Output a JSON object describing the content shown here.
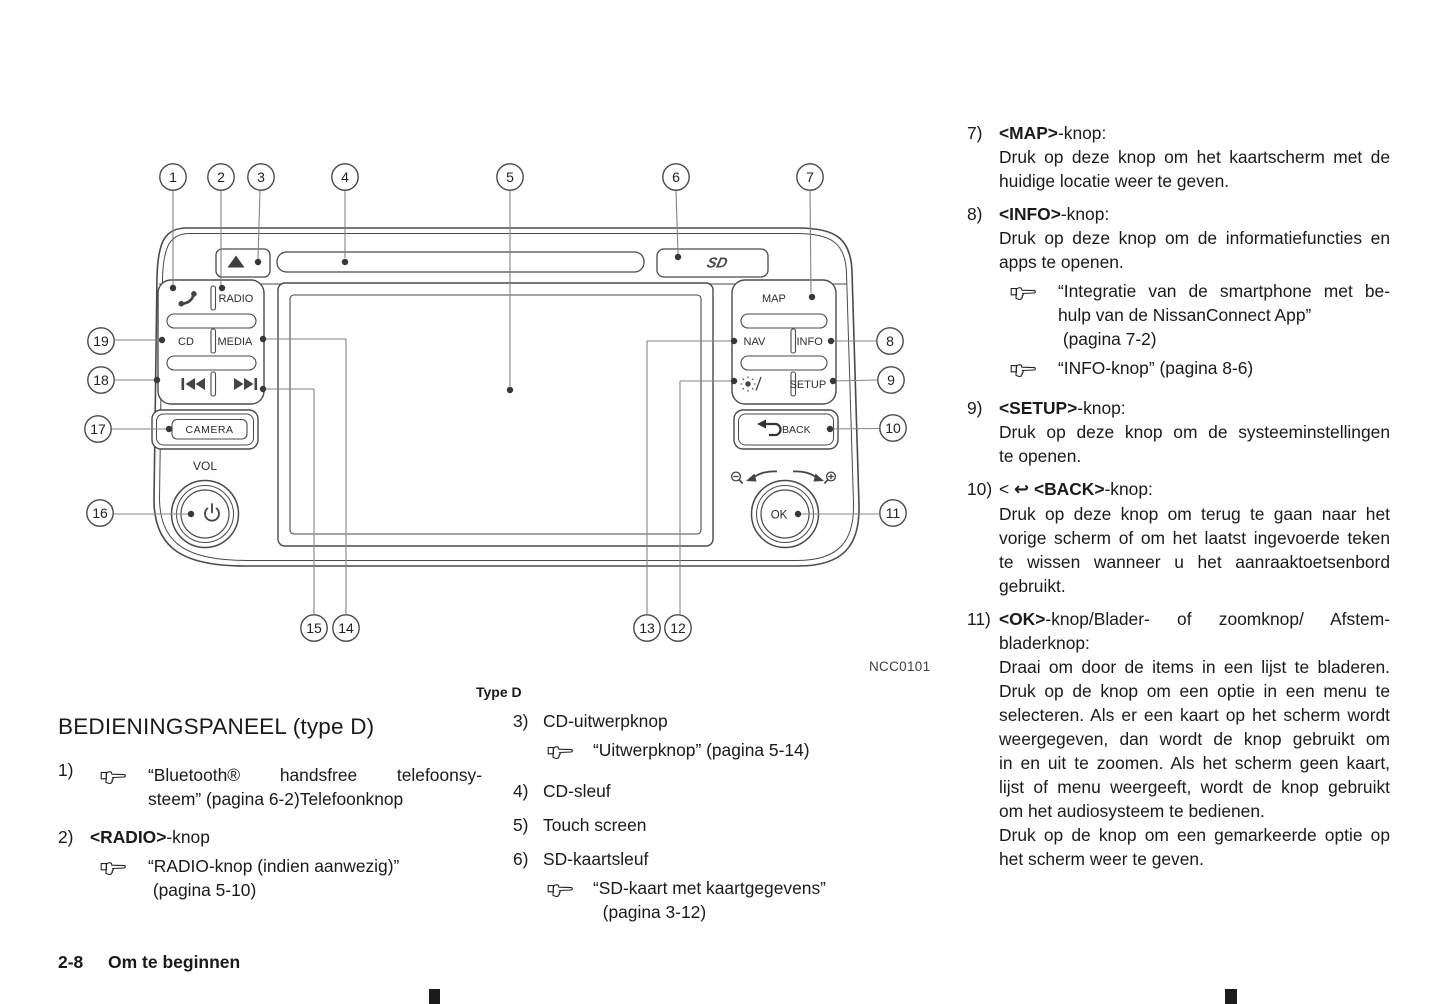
{
  "page": {
    "heading": "BEDIENINGSPANEEL (type D)",
    "figure_caption": "Type D",
    "figure_code": "NCC0101",
    "footer": {
      "page_number": "2-8",
      "section_title": "Om te beginnen"
    }
  },
  "diagram": {
    "labels": {
      "radio": "RADIO",
      "cd": "CD",
      "media": "MEDIA",
      "camera": "CAMERA",
      "vol": "VOL",
      "map": "MAP",
      "nav": "NAV",
      "info": "INFO",
      "setup": "SETUP",
      "back": "BACK",
      "ok": "OK",
      "sd": "SD"
    },
    "callout_numbers": [
      "1",
      "2",
      "3",
      "4",
      "5",
      "6",
      "7",
      "8",
      "9",
      "10",
      "11",
      "12",
      "13",
      "14",
      "15",
      "16",
      "17",
      "18",
      "19"
    ],
    "icons": {
      "pointing_hand": "☞",
      "back_arrow": "↩",
      "eject": "▲",
      "power": "⏻",
      "sun_moon": "☀/☽",
      "zoom_in": "⊕",
      "zoom_out": "⊖",
      "seek_back": "|◀◀",
      "seek_forward": "▶▶|",
      "phone": "handset"
    }
  },
  "sections": {
    "left_items": [
      {
        "num": "1)",
        "refs": [
          {
            "paras": [
              [
                "“Bluetooth® handsfree telefoonsy-",
                "steem” (pagina 6-2)Telefoonknop"
              ]
            ]
          }
        ]
      },
      {
        "num": "2)",
        "title": [
          [
            {
              "t": "<RADIO>",
              "b": true
            },
            {
              "t": "-knop"
            }
          ]
        ],
        "refs": [
          {
            "paras": [
              [
                "“RADIO-knop (indien aanwezig)”"
              ],
              [
                " (pagina 5-10)"
              ]
            ]
          }
        ]
      }
    ],
    "mid_items": [
      {
        "num": "3)",
        "title": [
          [
            "CD-uitwerpknop"
          ]
        ],
        "refs": [
          {
            "paras": [
              [
                "“Uitwerpknop” (pagina 5-14)"
              ]
            ]
          }
        ]
      },
      {
        "num": "4)",
        "title": [
          [
            "CD-sleuf"
          ]
        ]
      },
      {
        "num": "5)",
        "title": [
          [
            "Touch screen"
          ]
        ]
      },
      {
        "num": "6)",
        "title": [
          [
            "SD-kaartsleuf"
          ]
        ],
        "refs": [
          {
            "paras": [
              [
                "“SD-kaart met kaartgegevens”"
              ],
              [
                "  (pagina 3-12)"
              ]
            ]
          }
        ]
      }
    ],
    "right_items": [
      {
        "num": "7)",
        "title": [
          [
            {
              "t": "<MAP>",
              "b": true
            },
            {
              "t": "-knop:"
            }
          ]
        ],
        "body": [
          [
            "Druk op deze knop om het kaartscherm met de",
            "huidige locatie weer te geven."
          ]
        ]
      },
      {
        "num": "8)",
        "title": [
          [
            {
              "t": "<INFO>",
              "b": true
            },
            {
              "t": "-knop:"
            }
          ]
        ],
        "body": [
          [
            "Druk op deze knop om de informatiefuncties en",
            "apps te openen."
          ]
        ],
        "refs": [
          {
            "paras": [
              [
                "“Integratie van de smartphone met be-",
                "hulp van de NissanConnect App”"
              ],
              [
                " (pagina 7-2)"
              ]
            ]
          },
          {
            "paras": [
              [
                "“INFO-knop” (pagina 8-6)"
              ]
            ]
          }
        ]
      },
      {
        "num": "9)",
        "title": [
          [
            {
              "t": "<SETUP>",
              "b": true
            },
            {
              "t": "-knop:"
            }
          ]
        ],
        "body": [
          [
            "Druk op deze knop om de systeeminstellingen",
            "te openen."
          ]
        ]
      },
      {
        "num": "10)",
        "title": [
          [
            {
              "t": "< "
            },
            {
              "t": "↩",
              "b": true,
              "icon": "back-arrow-icon"
            },
            {
              "t": " "
            },
            {
              "t": "<BACK>",
              "b": true
            },
            {
              "t": "-knop:"
            }
          ]
        ],
        "body": [
          [
            "Druk op deze knop om terug te gaan naar het",
            "vorige scherm of om het laatst ingevoerde teken",
            "te wissen wanneer u het aanraaktoetsenbord",
            "gebruikt."
          ]
        ]
      },
      {
        "num": "11)",
        "title": [
          [
            {
              "t": "<OK>",
              "b": true
            },
            {
              "t": "-knop/Blader- of zoomknop/ Afstem-"
            }
          ],
          [
            "bladerknop:"
          ]
        ],
        "body": [
          [
            "Draai om door de items in een lijst te bladeren.",
            "Druk op de knop om een optie in een menu te",
            "selecteren. Als er een kaart op het scherm wordt",
            "weergegeven, dan wordt de knop gebruikt om",
            "in en uit te zoomen. Als het scherm geen kaart,",
            "lijst of menu weergeeft, wordt de knop gebruikt",
            "om het audiosysteem te bedienen."
          ],
          [
            "Druk op de knop om een gemarkeerde optie op",
            "het scherm weer te geven."
          ]
        ]
      }
    ]
  }
}
